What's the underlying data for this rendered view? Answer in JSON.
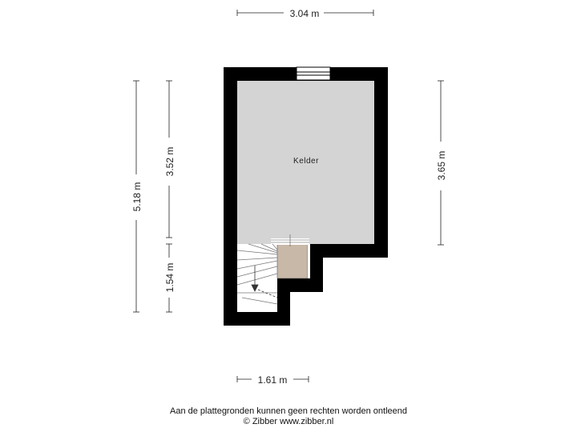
{
  "room": {
    "label": "Kelder"
  },
  "dimensions": {
    "top_width": "3.04 m",
    "bottom_width": "1.61 m",
    "total_height": "5.18 m",
    "upper_height": "3.52 m",
    "lower_height": "1.54 m",
    "right_height": "3.65 m"
  },
  "footer": {
    "disclaimer": "Aan de plattegronden kunnen geen rechten worden ontleend",
    "credit": "© Zibber www.zibber.nl"
  },
  "colors": {
    "wall": "#000000",
    "room_fill": "#d4d4d4",
    "landing_fill": "#c8b8a8"
  }
}
